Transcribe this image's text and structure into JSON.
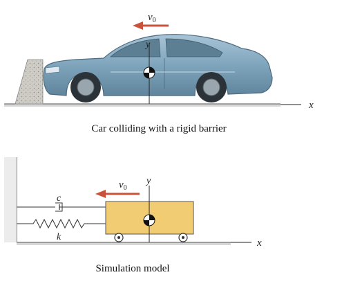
{
  "top_figure": {
    "caption": "Car colliding with a rigid barrier",
    "velocity_label": "v",
    "velocity_subscript": "0",
    "y_axis_label": "y",
    "x_axis_label": "x"
  },
  "bottom_figure": {
    "caption": "Simulation model",
    "velocity_label": "v",
    "velocity_subscript": "0",
    "y_axis_label": "y",
    "x_axis_label": "x",
    "damper_label": "c",
    "spring_label": "k"
  },
  "colors": {
    "arrow": "#c8533a",
    "car_body": "#7fa5bd",
    "block": "#f2cc73",
    "barrier": "#c9c6c0"
  }
}
